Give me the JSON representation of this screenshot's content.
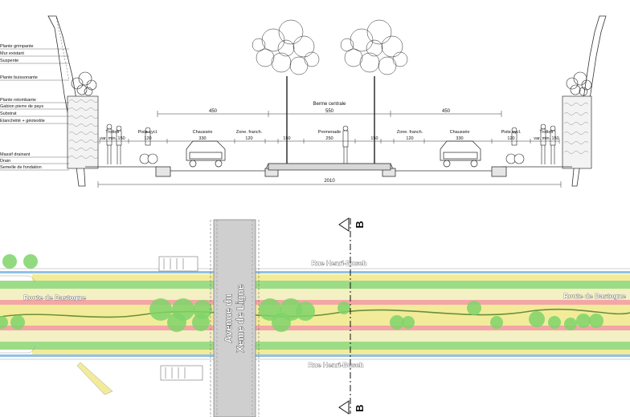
{
  "section": {
    "left_labels": [
      "Plante grimpante",
      "Mur existant",
      "Suspente",
      "Plante buissonante",
      "Plante retombante",
      "Gabion pierre de pays",
      "Substrat",
      "Etanchéité + géotextile",
      "Massif drainant",
      "Drain",
      "Semelle de fondation"
    ],
    "zones": [
      {
        "name": "Trottoir",
        "sub": "var. min. 150"
      },
      {
        "name": "Piste cycl.",
        "sub": "120"
      },
      {
        "name": "Chaussée",
        "sub": "330"
      },
      {
        "name": "Zone. franch.",
        "sub": "120"
      },
      {
        "name": "",
        "sub": "150"
      },
      {
        "name": "Promenade",
        "sub": "250"
      },
      {
        "name": "",
        "sub": "150"
      },
      {
        "name": "Zone. franch.",
        "sub": "120"
      },
      {
        "name": "Chaussée",
        "sub": "330"
      },
      {
        "name": "Piste cycl.",
        "sub": "120"
      },
      {
        "name": "Trottoir",
        "sub": "var. min. 150"
      }
    ],
    "dim_left": "450",
    "dim_center": "550",
    "dim_right": "450",
    "berme": "Berme centrale",
    "total": "2010"
  },
  "plan": {
    "street_top": "Rue Henri-Busch",
    "street_bottom": "Rue Henri-Busch",
    "road_left": "Route de Bastogne",
    "road_right": "Route de Bastogne",
    "avenue_1": "Avenue du",
    "avenue_2": "Xeme de Ligne",
    "section_mark": "B"
  },
  "colors": {
    "green": "#7fd46a",
    "yellow": "#f2ec9a",
    "red": "#f4a6a6",
    "blue": "#8fc1e8",
    "grey": "#cfcfcf"
  }
}
